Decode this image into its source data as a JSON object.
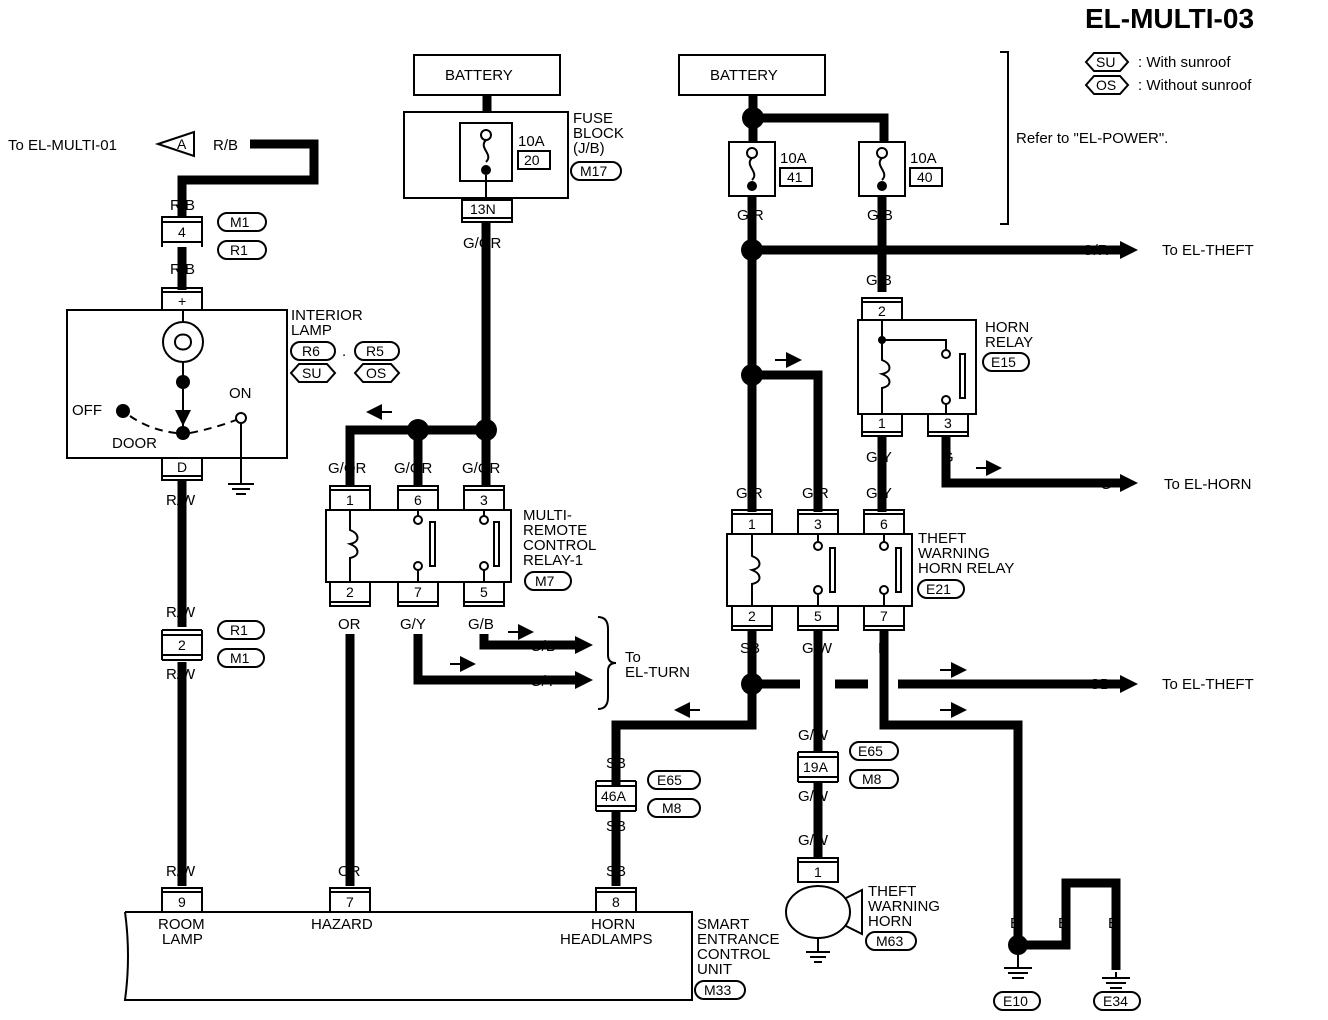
{
  "page_title": "EL-MULTI-03",
  "legend": {
    "su_code": "SU",
    "su_text": ": With sunroof",
    "os_code": "OS",
    "os_text": ": Without sunroof",
    "power_ref": "Refer to \"EL-POWER\"."
  },
  "battery_left": "BATTERY",
  "battery_right": "BATTERY",
  "fuse_block": {
    "name_line1": "FUSE",
    "name_line2": "BLOCK",
    "name_line3": "(J/B)",
    "connector": "M17",
    "amps": "10A",
    "fuse_no": "20",
    "terminal": "13N"
  },
  "fuse_41": {
    "amps": "10A",
    "no": "41"
  },
  "fuse_40": {
    "amps": "10A",
    "no": "40"
  },
  "interior_lamp": {
    "name_line1": "INTERIOR",
    "name_line2": "LAMP",
    "conn_r6": "R6",
    "sep": ".",
    "conn_r5": "R5",
    "su": "SU",
    "os": "OS",
    "term_plus": "+",
    "term_d": "D",
    "off": "OFF",
    "on": "ON",
    "door": "DOOR"
  },
  "to_multi01": {
    "text": "To EL-MULTI-01",
    "connector": "A",
    "wire": "R/B"
  },
  "joint_4": {
    "pin": "4",
    "wire_top": "R/B",
    "wire_bottom": "R/B",
    "conn_a": "M1",
    "conn_b": "R1"
  },
  "joint_2": {
    "pin": "2",
    "wire_top": "R/W",
    "wire_bottom": "R/W",
    "conn_a": "R1",
    "conn_b": "M1"
  },
  "wire_rw": "R/W",
  "wire_gor": "G/OR",
  "multi_relay": {
    "line1": "MULTI-",
    "line2": "REMOTE",
    "line3": "CONTROL",
    "line4": "RELAY-1",
    "connector": "M7",
    "pins_top": [
      "1",
      "6",
      "3"
    ],
    "pins_bottom": [
      "2",
      "7",
      "5"
    ],
    "wires_top": [
      "G/OR",
      "G/OR",
      "G/OR"
    ],
    "wires_bottom": [
      "OR",
      "G/Y",
      "G/B"
    ]
  },
  "to_turn": {
    "wire1": "G/B",
    "wire2": "G/Y",
    "text_line1": "To",
    "text_line2": "EL-TURN"
  },
  "wire_gr": "G/R",
  "wire_gb": "G/B",
  "to_theft_top": {
    "wire": "G/R",
    "text": "To EL-THEFT"
  },
  "horn_relay": {
    "line1": "HORN",
    "line2": "RELAY",
    "connector": "E15",
    "pin_top": "2",
    "pins_bottom": [
      "1",
      "3"
    ],
    "wire_gy": "G/Y",
    "wire_g": "G"
  },
  "to_horn": {
    "wire": "G",
    "text": "To EL-HORN"
  },
  "theft_relay": {
    "line1": "THEFT",
    "line2": "WARNING",
    "line3": "HORN RELAY",
    "connector": "E21",
    "pins_top": [
      "1",
      "3",
      "6"
    ],
    "pins_bottom": [
      "2",
      "5",
      "7"
    ],
    "wires_top": [
      "G/R",
      "G/R",
      "G/Y"
    ],
    "wires_bottom": [
      "SB",
      "G/W",
      "B"
    ]
  },
  "to_theft_bottom": {
    "wire": "SB",
    "text": "To EL-THEFT"
  },
  "joint_46a": {
    "pin": "46A",
    "wire_top": "SB",
    "wire_bottom": "SB",
    "conn_a": "E65",
    "conn_b": "M8"
  },
  "joint_19a": {
    "pin": "19A",
    "wire_top": "G/W",
    "wire_bottom": "G/W",
    "conn_a": "E65",
    "conn_b": "M8"
  },
  "theft_horn": {
    "line1": "THEFT",
    "line2": "WARNING",
    "line3": "HORN",
    "connector": "M63",
    "pin": "1",
    "wire": "G/W"
  },
  "secu": {
    "line1": "SMART",
    "line2": "ENTRANCE",
    "line3": "CONTROL",
    "line4": "UNIT",
    "connector": "M33",
    "pin_room": "9",
    "pin_hazard": "7",
    "pin_horn": "8",
    "room_line1": "ROOM",
    "room_line2": "LAMP",
    "hazard": "HAZARD",
    "horn_line1": "HORN",
    "horn_line2": "HEADLAMPS",
    "wire_room": "R/W",
    "wire_hazard": "OR",
    "wire_horn": "SB"
  },
  "grounds": {
    "e10": "E10",
    "e34": "E34",
    "wire_b": "B"
  }
}
